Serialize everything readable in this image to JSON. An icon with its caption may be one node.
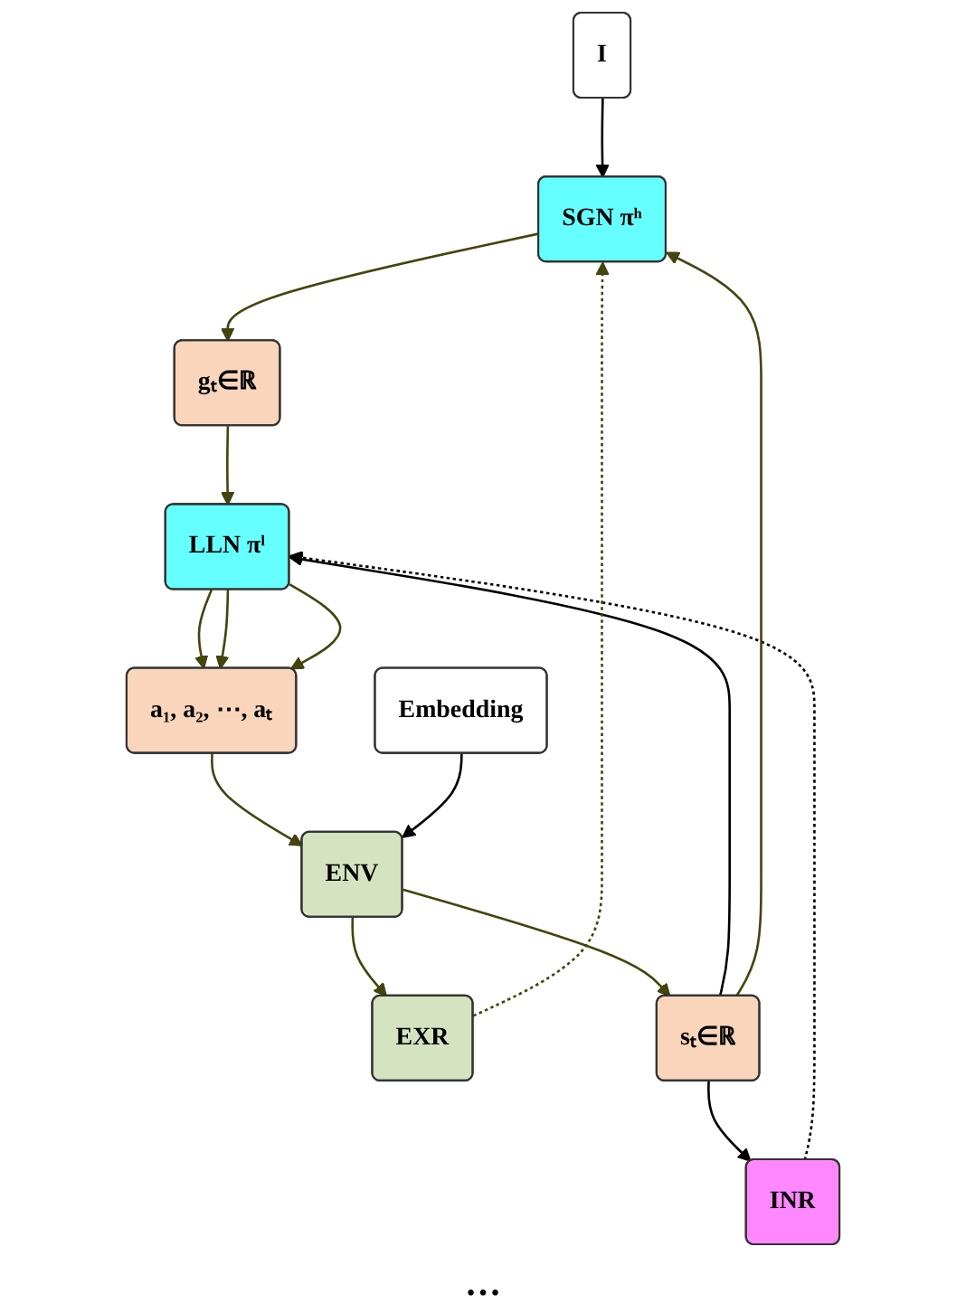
{
  "diagram": {
    "nodes": [
      {
        "text": [
          "I"
        ]
      },
      {
        "text": [
          "SGN πʰ"
        ]
      },
      {
        "text": [
          "gₜ∈ℝ"
        ]
      },
      {
        "text": [
          "INR"
        ]
      },
      {
        "text": [
          "LLN πˡ"
        ]
      },
      {
        "text": [
          "EXR"
        ]
      },
      {
        "text": [
          "sₜ∈ℝ"
        ]
      },
      {
        "text": [
          "a₁, a₂, ⋯, aₜ"
        ]
      },
      {
        "text": [
          "ENV"
        ]
      },
      {
        "text": [
          "Embedding"
        ]
      }
    ],
    "edges": [
      {
        "from": 0,
        "to": 1,
        "arrow": "to",
        "color": "#000000"
      },
      {
        "from": 1,
        "to": 2,
        "arrow": "to"
      },
      {
        "from": 2,
        "to": 4,
        "arrow": "to"
      },
      {
        "from": 3,
        "to": 4,
        "arrow": "to",
        "style": "dashed",
        "color": "#000000"
      },
      {
        "from": 6,
        "to": 3,
        "arrow": "to",
        "color": "#000000"
      },
      {
        "from": 6,
        "to": 4,
        "arrow": "to",
        "color": "#000000"
      },
      {
        "from": 6,
        "to": 1,
        "arrow": "to"
      },
      {
        "from": 5,
        "to": 1,
        "arrow": "to",
        "style": "dashed"
      },
      {
        "from": 4,
        "to": 7,
        "arrow": "to"
      },
      {
        "from": 4,
        "to": 7,
        "arrow": "to"
      },
      {
        "from": 4,
        "to": 7,
        "arrow": "to"
      },
      {
        "from": 7,
        "to": 8,
        "arrow": "to"
      },
      {
        "from": 8,
        "to": 6,
        "arrow": "to"
      },
      {
        "from": 8,
        "to": 5,
        "arrow": "to"
      },
      {
        "from": 9,
        "to": 8,
        "arrow": "to",
        "color": "#000000"
      }
    ],
    "labels": [
      "…"
    ]
  }
}
